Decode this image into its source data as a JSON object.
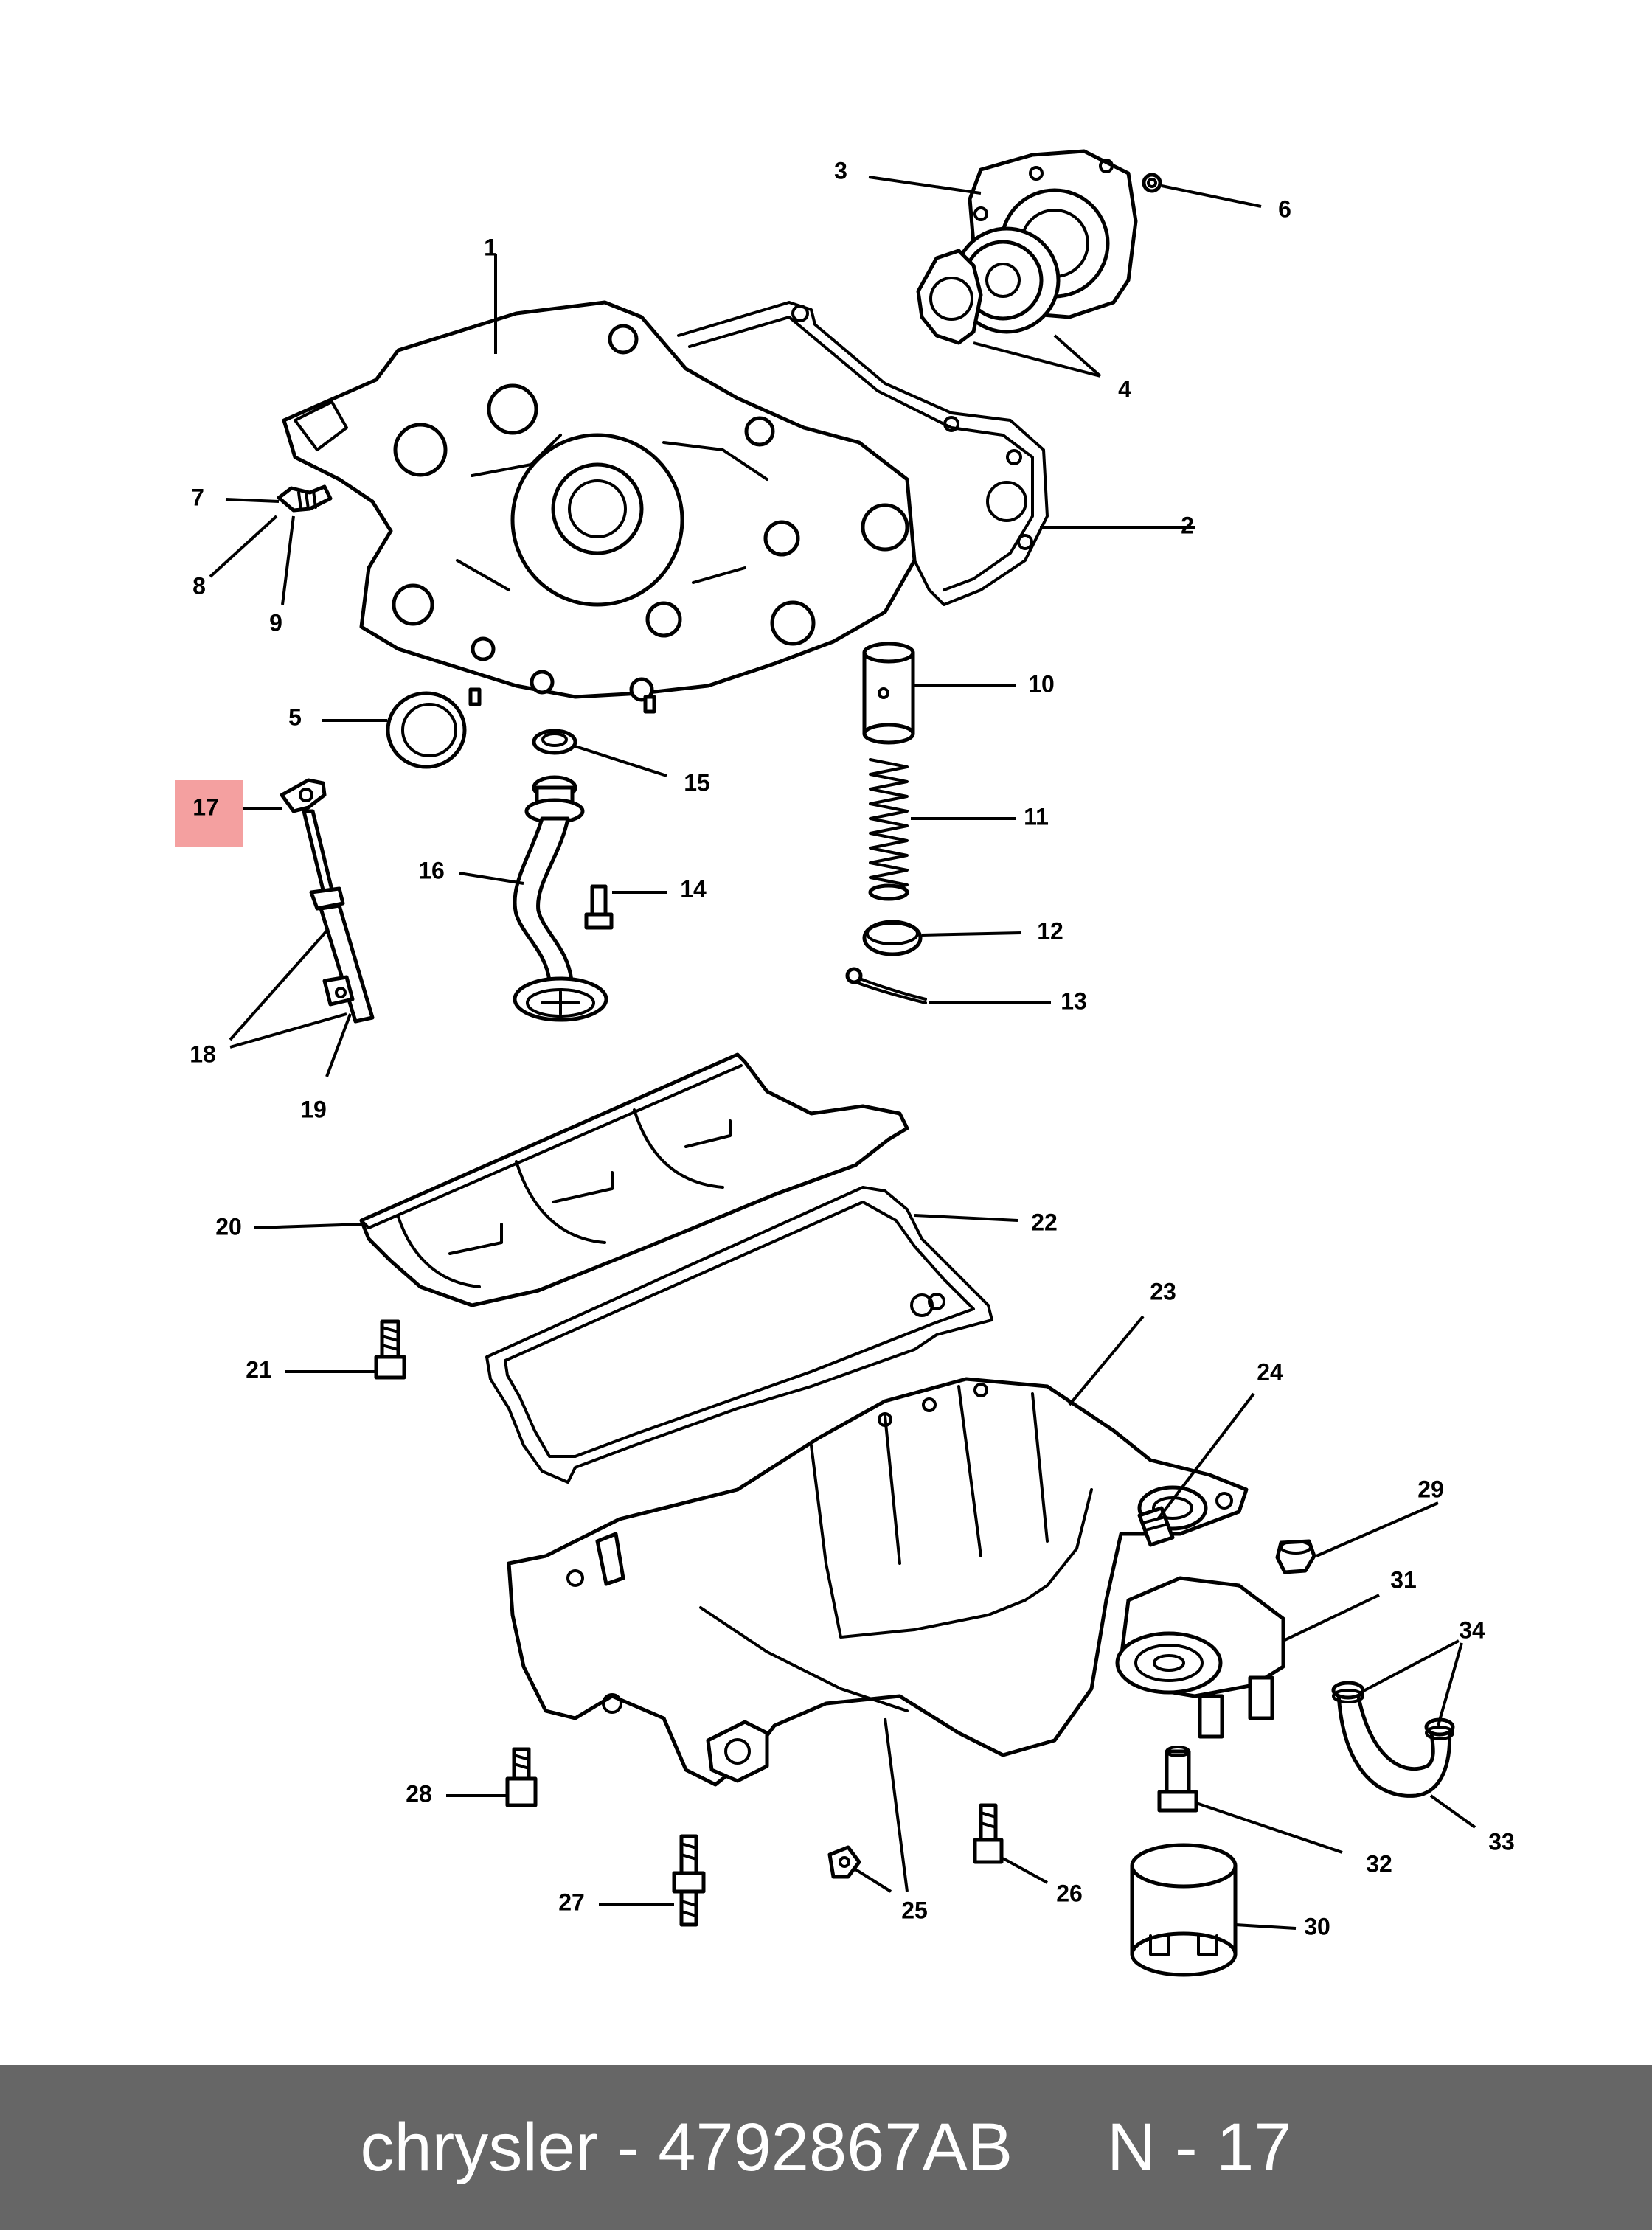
{
  "footer": {
    "brand": "chrysler",
    "separator": " - ",
    "part_number": "4792867AB",
    "ref_label": "N - 17"
  },
  "highlight_color": "#f4a0a0",
  "callouts": {
    "c1": "1",
    "c2": "2",
    "c3": "3",
    "c4": "4",
    "c5": "5",
    "c6": "6",
    "c7": "7",
    "c8": "8",
    "c9": "9",
    "c10": "10",
    "c11": "11",
    "c12": "12",
    "c13": "13",
    "c14": "14",
    "c15": "15",
    "c16": "16",
    "c17": "17",
    "c18": "18",
    "c19": "19",
    "c20": "20",
    "c21": "21",
    "c22": "22",
    "c23": "23",
    "c24": "24",
    "c25": "25",
    "c26": "26",
    "c27": "27",
    "c28": "28",
    "c29": "29",
    "c30": "30",
    "c31": "31",
    "c32": "32",
    "c33": "33",
    "c34": "34"
  }
}
